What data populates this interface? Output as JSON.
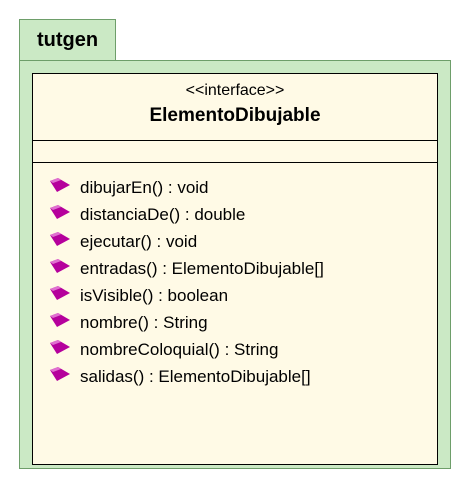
{
  "package": {
    "name": "tutgen"
  },
  "class": {
    "stereotype": "<<interface>>",
    "name": "ElementoDibujable",
    "methods": [
      {
        "label": "dibujarEn() : void",
        "icon": "public-method-icon"
      },
      {
        "label": "distanciaDe() : double",
        "icon": "public-method-icon"
      },
      {
        "label": "ejecutar() : void",
        "icon": "public-method-icon"
      },
      {
        "label": "entradas() : ElementoDibujable[]",
        "icon": "public-method-icon"
      },
      {
        "label": "isVisible() : boolean",
        "icon": "public-method-icon"
      },
      {
        "label": "nombre() : String",
        "icon": "public-method-icon"
      },
      {
        "label": "nombreColoquial() : String",
        "icon": "public-method-icon"
      },
      {
        "label": "salidas() : ElementoDibujable[]",
        "icon": "public-method-icon"
      }
    ]
  },
  "colors": {
    "package_fill": "#cbe9c5",
    "package_border": "#6e9e6a",
    "class_fill": "#fffae6",
    "method_icon": "#b5009c"
  }
}
